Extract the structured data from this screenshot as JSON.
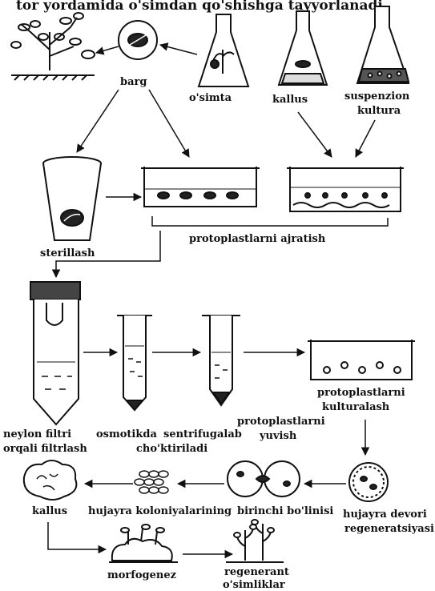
{
  "header": {
    "text": "tor yordamida o'simdan qo'shishga tayyorlanadi"
  },
  "labels": {
    "barg": "barg",
    "osimta": "o'simta",
    "kallus_top": "kallus",
    "suspenzion": "suspenzion",
    "kultura": "kultura",
    "sterillash": "sterillash",
    "protoplastlarni_ajratish": "protoplastlarni ajratish",
    "neylon1": "neylon filtri",
    "neylon2": "orqali filtrlash",
    "osmotik1": "osmotikda",
    "osmotik2": "cho'ktiriladi",
    "sentrifuga": "sentrifugalab",
    "yuvish1": "protoplastlarni",
    "yuvish2": "yuvish",
    "kulturalash1": "protoplastlarni",
    "kulturalash2": "kulturalash",
    "kallus_bottom": "kallus",
    "koloniya": "hujayra koloniyalarining",
    "bolinish": "birinchi bo'linisi",
    "devor1": "hujayra devori",
    "devor2": "regeneratsiyasi",
    "morfogenez": "morfogenez",
    "regenerant1": "regenerant",
    "regenerant2": "o'simliklar"
  }
}
